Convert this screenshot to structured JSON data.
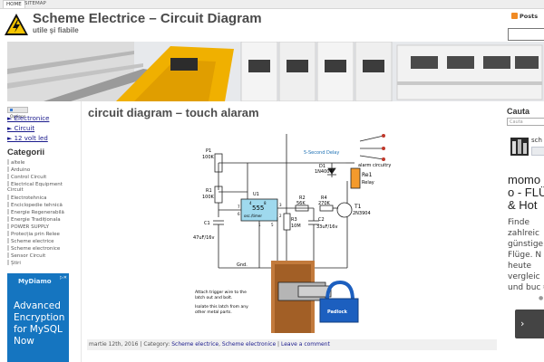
{
  "topnav": {
    "home": "HOME",
    "sitemap": "SITEMAP"
  },
  "header": {
    "title": "Scheme Electrice – Circuit Diagram",
    "description": "utile şi fiabile",
    "posts_label": "Posts"
  },
  "left": {
    "options_label": "Options",
    "nav": [
      {
        "label": "► Electronice"
      },
      {
        "label": "► Circuit"
      },
      {
        "label": "► 12 volt led"
      }
    ],
    "categories_title": "Categorii",
    "categories": [
      "altele",
      "Arduino",
      "Control Circuit",
      "Electrical Equipment",
      "Circuit",
      "Electrotehnica",
      "Enciclopedie tehnică",
      "Energie Regenerabilă",
      "Energie Tradiționala",
      "POWER SUPPLY",
      "Protecția prin Relee",
      "Scheme electrice",
      "Scheme electronice",
      "Sensor Circuit",
      "Știri"
    ],
    "ad": {
      "brand": "MyDiamo",
      "text": "Advanced Encryption for MySQL Now"
    }
  },
  "post": {
    "title": "circuit diagram – touch alaram",
    "meta_prefix": "martie 12th, 2016 | Category: ",
    "meta_cat1": "Scheme electrice",
    "meta_sep": ", ",
    "meta_cat2": "Scheme electronice",
    "meta_sep2": " | ",
    "meta_comment": "Leave a comment"
  },
  "diagram": {
    "labels": {
      "p1": "P1",
      "p1v": "100K",
      "r1": "R1",
      "r1v": "100K",
      "c1": "C1",
      "c1v": "47uF/16v",
      "u1": "U1",
      "chip": "555",
      "chip2": "osc./timer",
      "r2": "R2",
      "r2v": "56K",
      "r3": "R3",
      "r3v": "10M",
      "r4": "R4",
      "r4v": "270K",
      "c2": "C2",
      "c2v": "33uF/16v",
      "t1": "T1",
      "t1v": "2N3904",
      "d1": "D1",
      "d1v": "1N4004",
      "re1": "Re1",
      "relay": "Relay",
      "delay": "5-Second Delay",
      "alarm": "alarm circuitry",
      "gnd": "Gnd.",
      "note1": "Attach trigger wire to the",
      "note2": "latch out and bolt.",
      "note3": "Isolate this latch from any",
      "note4": "other metal parts.",
      "padlock": "Padlock",
      "pin4": "4",
      "pin8": "8",
      "pin7": "7",
      "pin3": "3",
      "pin6": "6",
      "pin2": "2",
      "pin1": "1",
      "pin5": "5"
    }
  },
  "right": {
    "search_title": "Cauta",
    "search_placeholder": "Cauta",
    "fb_name": "sch",
    "ad": {
      "heading_lines": [
        "momo",
        "o - FLÜ",
        "& Hot"
      ],
      "body_lines": [
        "Finde",
        "zahlreic",
        "günstige",
        "Flüge. N",
        "heute",
        "vergleic",
        "und buc"
      ],
      "button": "›"
    }
  }
}
